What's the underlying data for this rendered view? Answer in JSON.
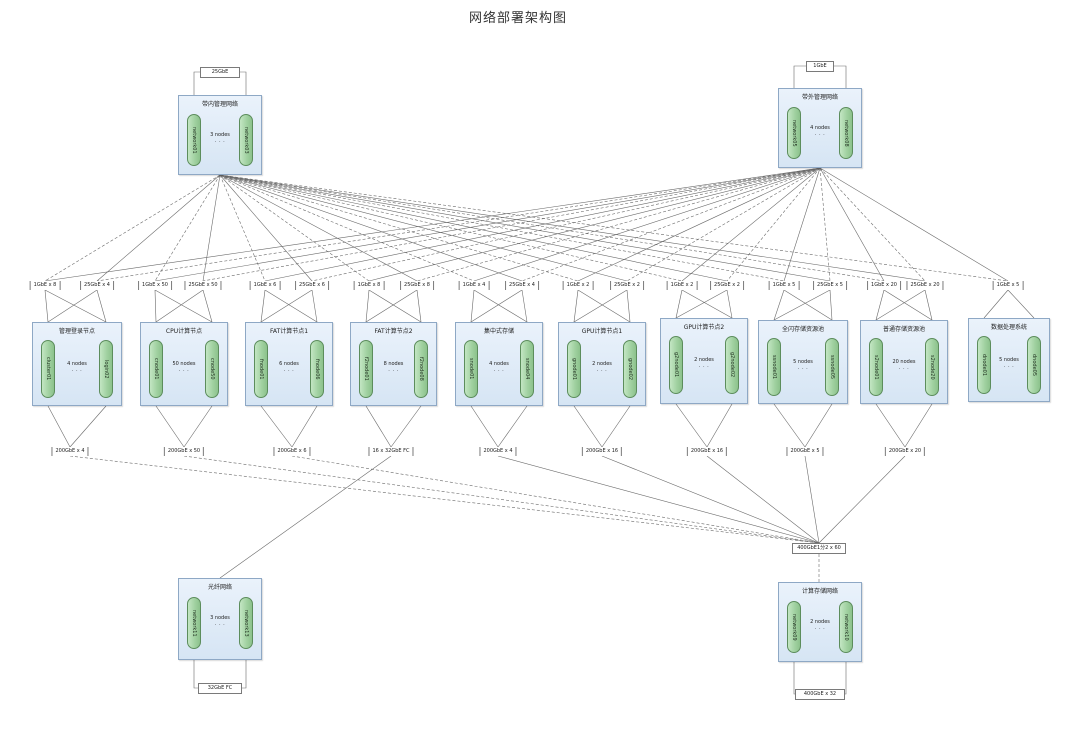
{
  "title": "网络部署架构图",
  "dots": "· · ·",
  "networks": {
    "inband": {
      "title": "带内管理网络",
      "left": "network01",
      "right": "network03",
      "count": "3 nodes",
      "link": "25GbE"
    },
    "oob": {
      "title": "带外管理网络",
      "left": "network05",
      "right": "network08",
      "count": "4 nodes",
      "link": "1GbE"
    },
    "fiber": {
      "title": "光纤网络",
      "left": "network11",
      "right": "network13",
      "count": "3 nodes",
      "link": "32GbE FC"
    },
    "compute_storage": {
      "title": "计算存储网络",
      "left": "network09",
      "right": "network10",
      "count": "2 nodes",
      "link": "400GbE x 32"
    }
  },
  "groups": [
    {
      "title": "管理登录节点",
      "left": "cluster01",
      "right": "login02",
      "count": "4 nodes",
      "mgmt": "1GbE x 8",
      "service": "25GbE x 4",
      "storage": "200GbE x 4"
    },
    {
      "title": "CPU计算节点",
      "left": "cnode01",
      "right": "cnode50",
      "count": "50 nodes",
      "mgmt": "1GbE x 50",
      "service": "25GbE x 50",
      "storage": "200GbE x 50"
    },
    {
      "title": "FAT计算节点1",
      "left": "fnode01",
      "right": "fnode06",
      "count": "6 nodes",
      "mgmt": "1GbE x 6",
      "service": "25GbE x 6",
      "storage": "200GbE x 6"
    },
    {
      "title": "FAT计算节点2",
      "left": "f2node01",
      "right": "f2node08",
      "count": "8 nodes",
      "mgmt": "1GbE x 8",
      "service": "25GbE x 8",
      "storage": "16 x 32GbE FC"
    },
    {
      "title": "集中式存储",
      "left": "snode01",
      "right": "snode04",
      "count": "4 nodes",
      "mgmt": "1GbE x 4",
      "service": "25GbE x 4",
      "storage": "200GbE x 4"
    },
    {
      "title": "GPU计算节点1",
      "left": "gnode01",
      "right": "gnode02",
      "count": "2 nodes",
      "mgmt": "1GbE x 2",
      "service": "25GbE x 2",
      "storage": "200GbE x 16"
    },
    {
      "title": "GPU计算节点2",
      "left": "g2node01",
      "right": "g2node02",
      "count": "2 nodes",
      "mgmt": "1GbE x 2",
      "service": "25GbE x 2",
      "storage": "200GbE x 16"
    },
    {
      "title": "全闪存储资源池",
      "left": "ssnode01",
      "right": "ssnode05",
      "count": "5 nodes",
      "mgmt": "1GbE x 5",
      "service": "25GbE x 5",
      "storage": "200GbE x 5"
    },
    {
      "title": "普通存储资源池",
      "left": "s2node01",
      "right": "s2node20",
      "count": "20 nodes",
      "mgmt": "1GbE x 20",
      "service": "25GbE x 20",
      "storage": "200GbE x 20"
    },
    {
      "title": "数据处理系统",
      "left": "dnode01",
      "right": "dnode05",
      "count": "5 nodes",
      "mgmt": "1GbE x 5"
    }
  ],
  "core_link": "400GbE1分2 x 60"
}
